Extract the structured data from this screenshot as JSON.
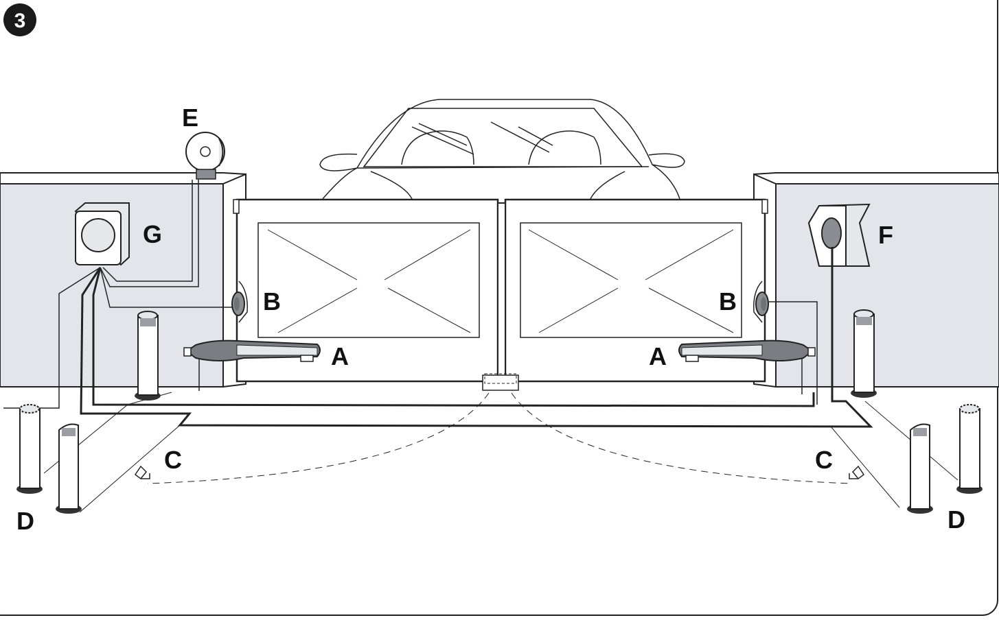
{
  "figure": {
    "number": "3"
  },
  "labels": {
    "motor_left": "A",
    "motor_right": "A",
    "photocell_left": "B",
    "photocell_right": "B",
    "gate_stop_left": "C",
    "gate_stop_right": "C",
    "column_left": "D",
    "column_right": "D",
    "flashing_light": "E",
    "key_selector": "F",
    "control_unit": "G"
  }
}
